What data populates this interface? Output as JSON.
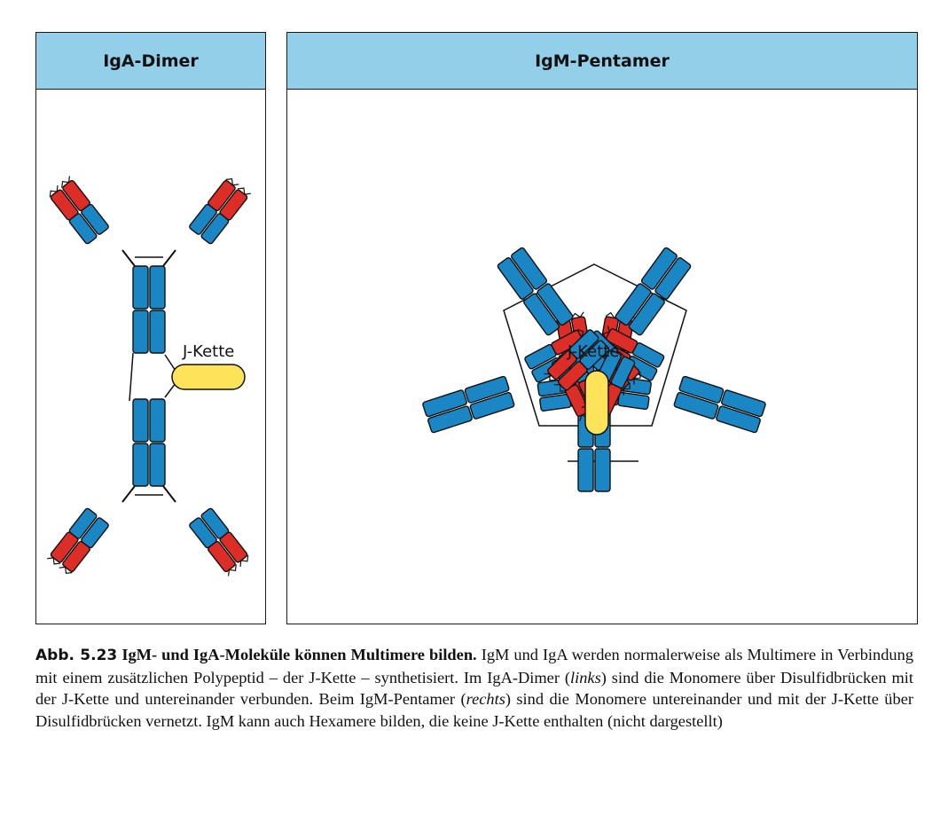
{
  "panels": {
    "left": {
      "title": "IgA-Dimer",
      "j_chain_label": "J-Kette"
    },
    "right": {
      "title": "IgM-Pentamer",
      "j_chain_label": "J-Kette"
    }
  },
  "caption": {
    "label": "Abb. 5.23",
    "title": "IgM- und IgA-Moleküle können Multimere bilden.",
    "text_1": " IgM und IgA werden normalerweise als Multimere in Verbindung mit einem zusätzlichen Polypeptid – der J-Kette – synthetisiert. Im IgA-Dimer (",
    "emph_1": "links",
    "text_2": ") sind die Monomere über Disulfidbrücken mit der J-Kette und untereinander verbunden. Beim IgM-Pentamer (",
    "emph_2": "rechts",
    "text_3": ") sind die Monomere untereinander und mit der J-Kette über Disulfidbrücken vernetzt. IgM kann auch Hexamere bilden, die keine J-Kette enthalten (nicht dargestellt)"
  },
  "colors": {
    "constant_domain": "#1b86c4",
    "variable_domain": "#dc2e26",
    "j_chain": "#fde35a",
    "header": "#93cfe8"
  }
}
